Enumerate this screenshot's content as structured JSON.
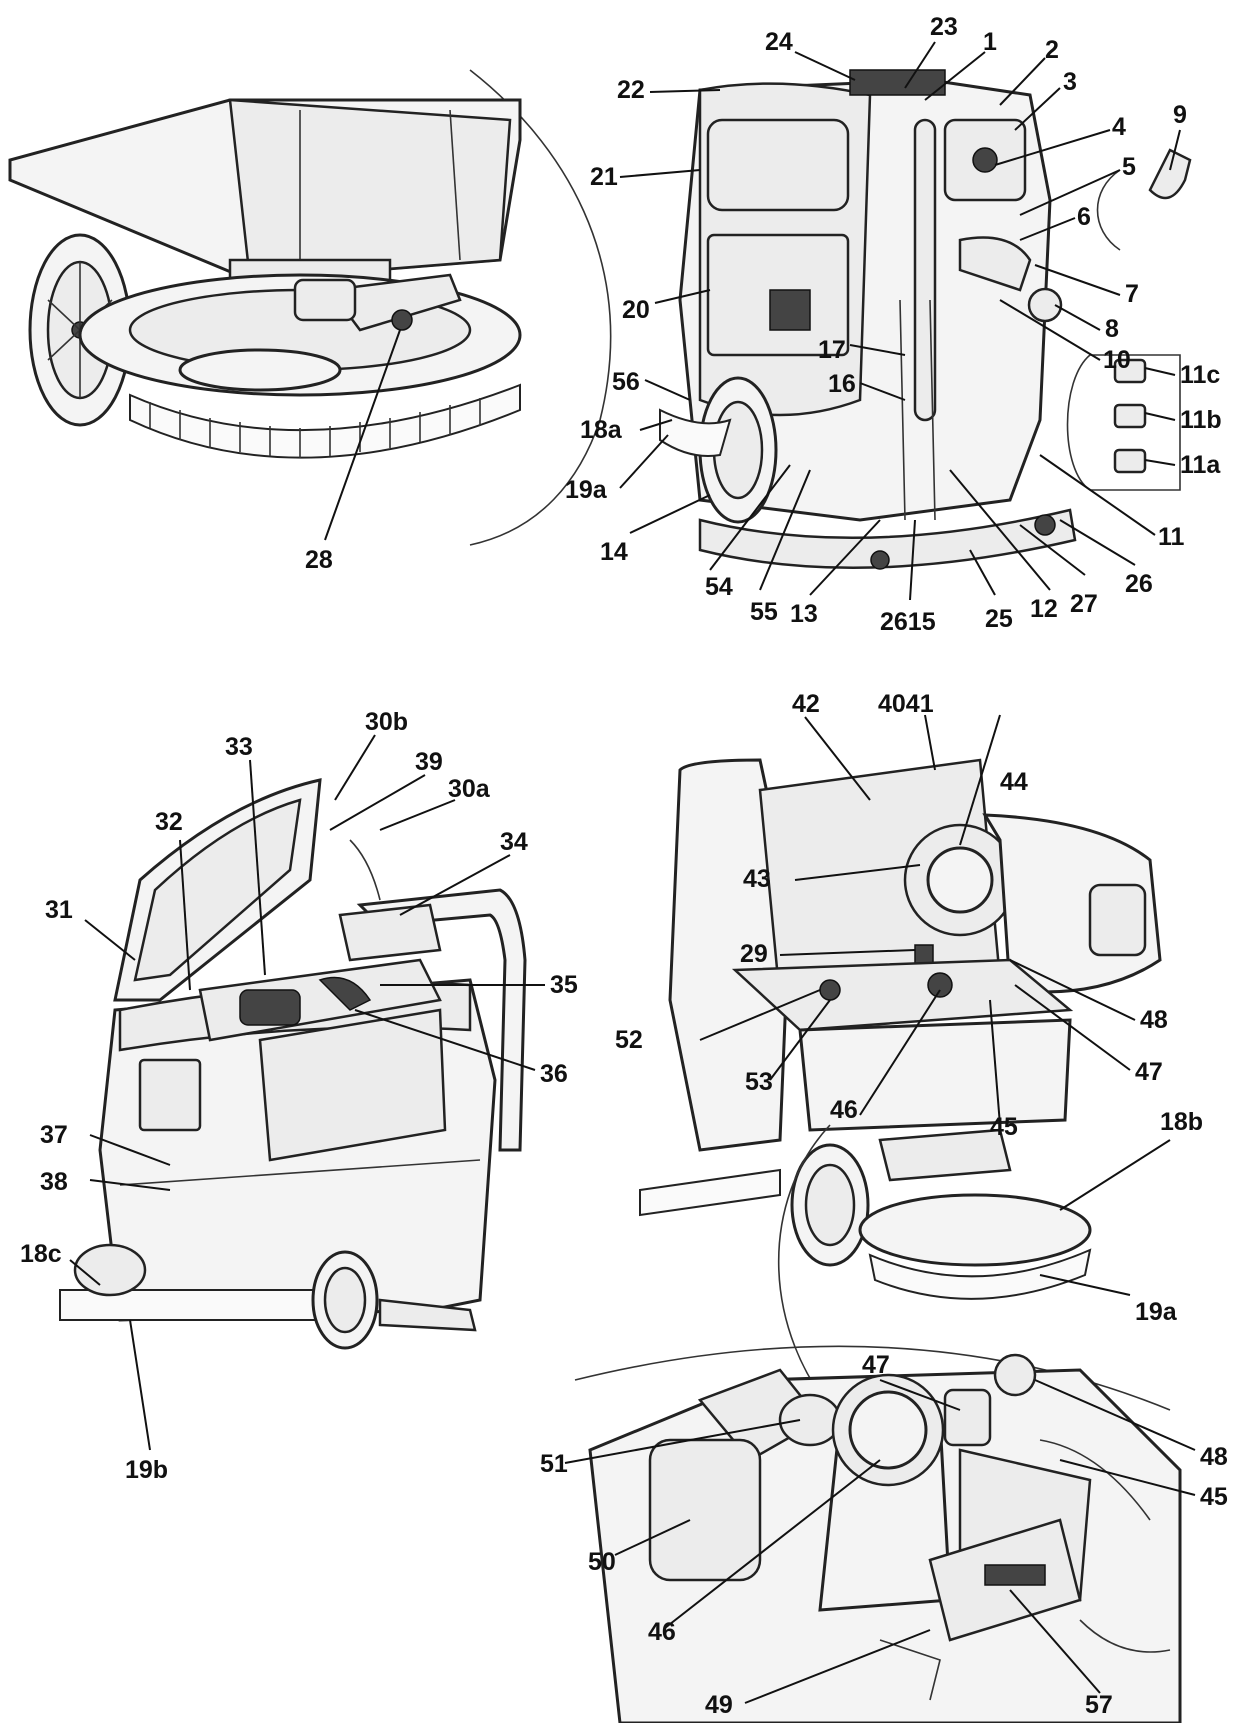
{
  "callouts": [
    "23",
    "24",
    "1",
    "2",
    "22",
    "3",
    "9",
    "4",
    "21",
    "5",
    "6",
    "7",
    "20",
    "8",
    "17",
    "10",
    "56",
    "16",
    "11c",
    "18a",
    "11b",
    "19a",
    "11a",
    "14",
    "11",
    "54",
    "55",
    "13",
    "2615",
    "25",
    "12",
    "27",
    "26",
    "28",
    "30b",
    "33",
    "39",
    "30a",
    "32",
    "34",
    "31",
    "35",
    "36",
    "37",
    "38",
    "18c",
    "19b",
    "42",
    "4041",
    "44",
    "43",
    "29",
    "52",
    "48",
    "53",
    "46",
    "47",
    "45",
    "18b",
    "19a",
    "47",
    "51",
    "48",
    "45",
    "50",
    "46",
    "49",
    "57"
  ]
}
